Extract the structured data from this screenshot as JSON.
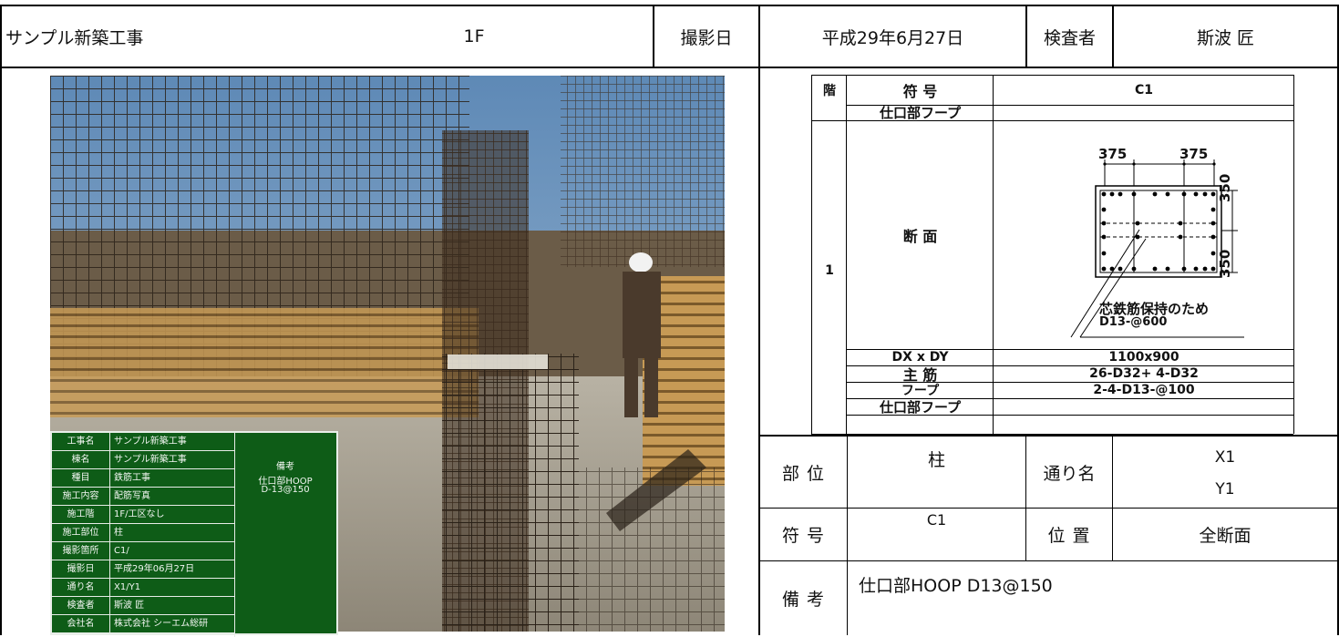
{
  "header": {
    "project": "サンプル新築工事",
    "floor": "1F",
    "date_label": "撮影日",
    "date_value": "平成29年6月27日",
    "inspector_label": "検査者",
    "inspector_value": "斯波 匠"
  },
  "board": {
    "rows": [
      {
        "k": "工事名",
        "v": "サンプル新築工事"
      },
      {
        "k": "棟名",
        "v": "サンプル新築工事"
      },
      {
        "k": "種目",
        "v": "鉄筋工事"
      },
      {
        "k": "施工内容",
        "v": "配筋写真"
      },
      {
        "k": "施工階",
        "v": "1F/工区なし"
      },
      {
        "k": "施工部位",
        "v": "柱"
      },
      {
        "k": "撮影箇所",
        "v": "C1/"
      },
      {
        "k": "撮影日",
        "v": "平成29年06月27日"
      },
      {
        "k": "通り名",
        "v": "X1/Y1"
      },
      {
        "k": "検査者",
        "v": "斯波 匠"
      },
      {
        "k": "会社名",
        "v": "株式会社 シーエム総研"
      }
    ],
    "remark_label": "備考",
    "remark_line1": "仕口部HOOP",
    "remark_line2": "D-13@150"
  },
  "spec": {
    "floor_label": "階",
    "symbol_label": "符 号",
    "symbol_value": "C1",
    "joint_hoop_label": "仕口部フープ",
    "section_label": "断 面",
    "floor_number": "1",
    "dim_top_left": "375",
    "dim_top_right": "375",
    "dim_right_top": "350",
    "dim_right_bottom": "350",
    "note_line1": "芯鉄筋保持のため",
    "note_line2": "D13-@600",
    "dxdy_label": "DX x DY",
    "dxdy_value": "1100x900",
    "main_bar_label": "主 筋",
    "main_bar_value": "26-D32+ 4-D32",
    "hoop_label": "フープ",
    "hoop_value": "2-4-D13-@100",
    "joint_hoop_label2": "仕口部フープ"
  },
  "bottom": {
    "part_label": "部 位",
    "part_value": "柱",
    "grid_label": "通り名",
    "grid_value_x": "X1",
    "grid_value_y": "Y1",
    "symbol_label": "符 号",
    "symbol_value": "C1",
    "position_label": "位 置",
    "position_value": "全断面",
    "remark_label": "備 考",
    "remark_value": "仕口部HOOP D13@150"
  }
}
